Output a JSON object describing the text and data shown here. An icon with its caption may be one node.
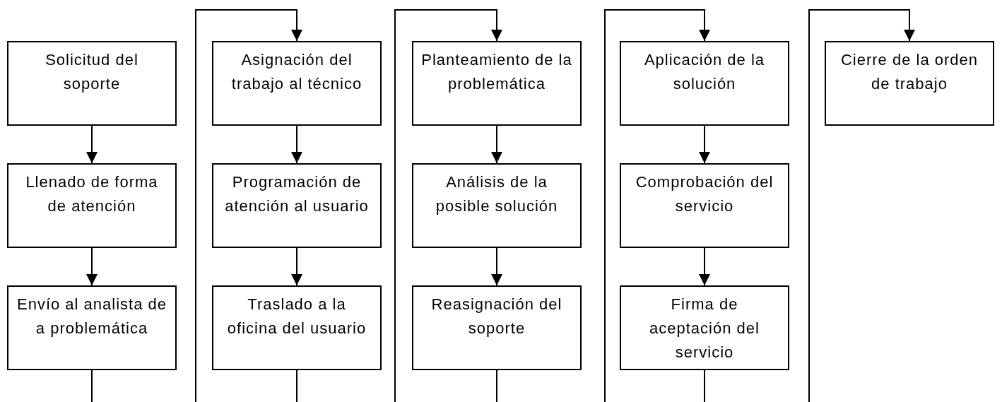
{
  "diagram": {
    "nodes": [
      {
        "text": [
          "Solicitud del soporte"
        ]
      },
      {
        "text": [
          "Llenado de forma de atención"
        ]
      },
      {
        "text": [
          "Envío al analista de a problemática"
        ]
      },
      {
        "text": [
          "Asignación del trabajo al técnico"
        ]
      },
      {
        "text": [
          "Programación de atención al usuario"
        ]
      },
      {
        "text": [
          "Traslado a la oficina del usuario"
        ]
      },
      {
        "text": [
          "Planteamiento de la problemática"
        ]
      },
      {
        "text": [
          "Análisis de la posible solución"
        ]
      },
      {
        "text": [
          "Reasignación del soporte"
        ]
      },
      {
        "text": [
          "Aplicación de la solución"
        ]
      },
      {
        "text": [
          "Comprobación del servicio"
        ]
      },
      {
        "text": [
          "Firma de aceptación del servicio"
        ]
      },
      {
        "text": [
          "Cierre de la orden de trabajo"
        ]
      }
    ],
    "edges": [
      {
        "from": 0,
        "to": 1,
        "arrow": "to"
      },
      {
        "from": 1,
        "to": 2,
        "arrow": "to"
      },
      {
        "from": 2,
        "to": null,
        "arrow": "none"
      },
      {
        "from": null,
        "to": 3,
        "arrow": "to"
      },
      {
        "from": 3,
        "to": 4,
        "arrow": "to"
      },
      {
        "from": 4,
        "to": 5,
        "arrow": "to"
      },
      {
        "from": 5,
        "to": null,
        "arrow": "none"
      },
      {
        "from": null,
        "to": 6,
        "arrow": "to"
      },
      {
        "from": 6,
        "to": 7,
        "arrow": "to"
      },
      {
        "from": 7,
        "to": 8,
        "arrow": "to"
      },
      {
        "from": 8,
        "to": null,
        "arrow": "none"
      },
      {
        "from": null,
        "to": 9,
        "arrow": "to"
      },
      {
        "from": 9,
        "to": 10,
        "arrow": "to"
      },
      {
        "from": 10,
        "to": 11,
        "arrow": "to"
      },
      {
        "from": 11,
        "to": null,
        "arrow": "none"
      },
      {
        "from": null,
        "to": 12,
        "arrow": "to"
      }
    ]
  }
}
